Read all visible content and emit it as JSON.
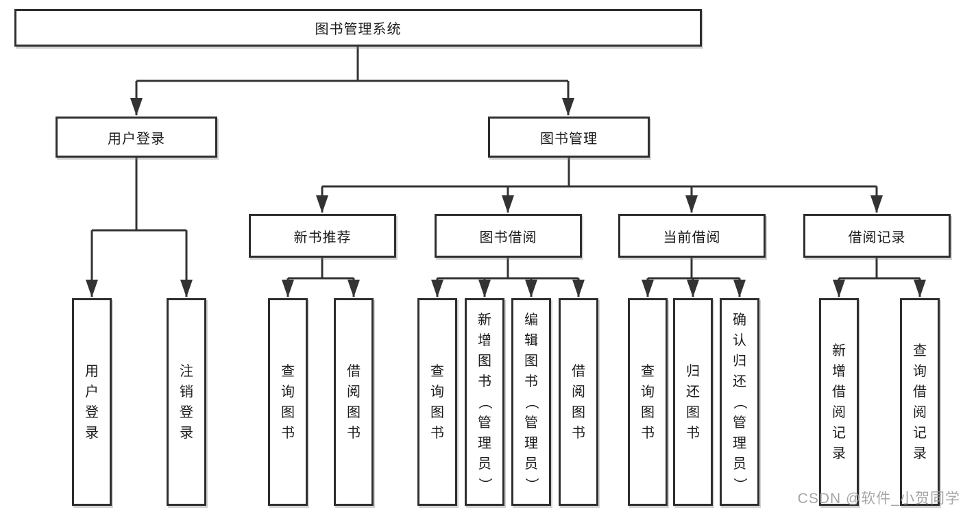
{
  "diagram": {
    "root": "图书管理系统",
    "level2": {
      "user_login": "用户登录",
      "book_mgmt": "图书管理"
    },
    "level3": {
      "new_books": "新书推荐",
      "book_borrow": "图书借阅",
      "current_borrow": "当前借阅",
      "borrow_records": "借阅记录"
    },
    "leaves": {
      "user_login": [
        "用户登录",
        "注销登录"
      ],
      "new_books": [
        "查询图书",
        "借阅图书"
      ],
      "book_borrow": [
        "查询图书",
        "新增图书（管理员）",
        "编辑图书（管理员）",
        "借阅图书"
      ],
      "current_borrow": [
        "查询图书",
        "归还图书",
        "确认归还（管理员）"
      ],
      "borrow_records": [
        "新增借阅记录",
        "查询借阅记录"
      ]
    }
  },
  "watermark": "CSDN @软件_小贺同学",
  "colors": {
    "line": "#333333",
    "box_border": "#2e2e2e",
    "text": "#1c1c1c",
    "watermark": "#9c9c9c",
    "background": "#ffffff"
  }
}
